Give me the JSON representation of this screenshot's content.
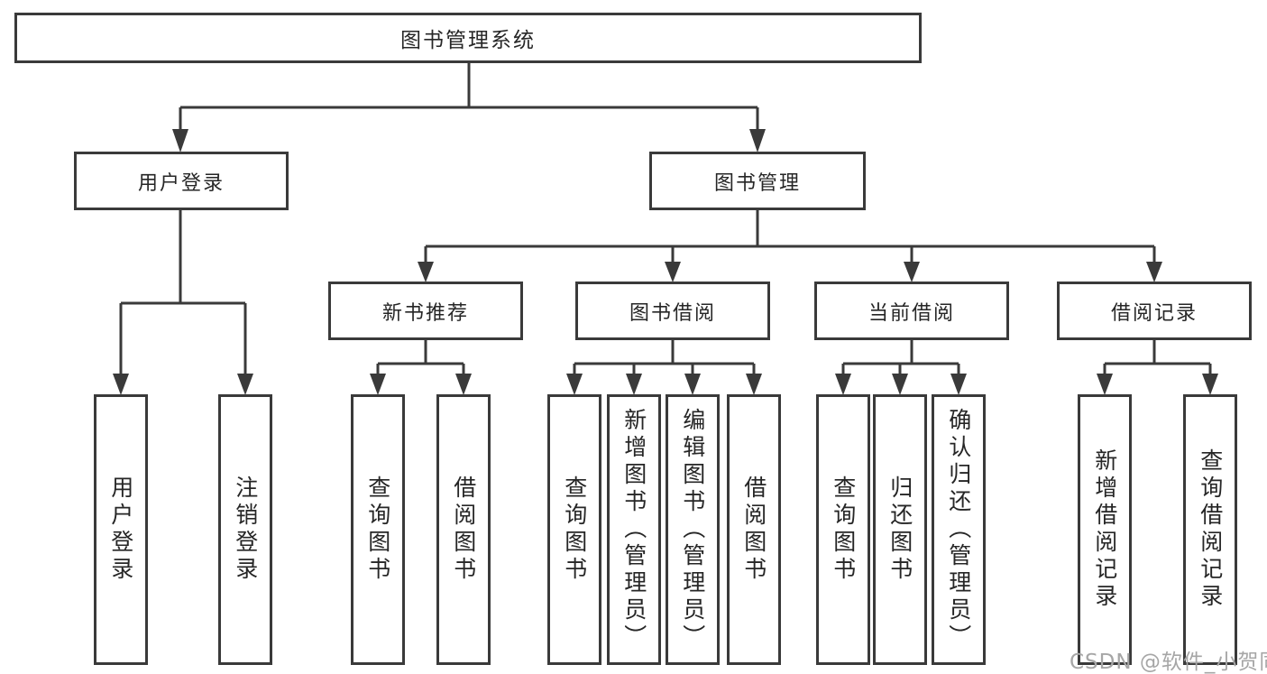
{
  "page": {
    "background": "#ffffff",
    "line_color": "#3a3a3a",
    "text_color": "#262626"
  },
  "diagram": {
    "root": {
      "label": "图书管理系统"
    },
    "level2": [
      {
        "label": "用户登录",
        "leaves": [
          "用户登录",
          "注销登录"
        ]
      },
      {
        "label": "图书管理"
      }
    ],
    "modules": [
      {
        "label": "新书推荐",
        "leaves": [
          "查询图书",
          "借阅图书"
        ]
      },
      {
        "label": "图书借阅",
        "leaves": [
          "查询图书",
          "新增图书（管理员）",
          "编辑图书（管理员）",
          "借阅图书"
        ]
      },
      {
        "label": "当前借阅",
        "leaves": [
          "查询图书",
          "归还图书",
          "确认归还（管理员）"
        ]
      },
      {
        "label": "借阅记录",
        "leaves": [
          "新增借阅记录",
          "查询借阅记录"
        ]
      }
    ]
  },
  "watermark": {
    "text": "CSDN @软件_小贺同学",
    "color": "#a6a6a6"
  }
}
